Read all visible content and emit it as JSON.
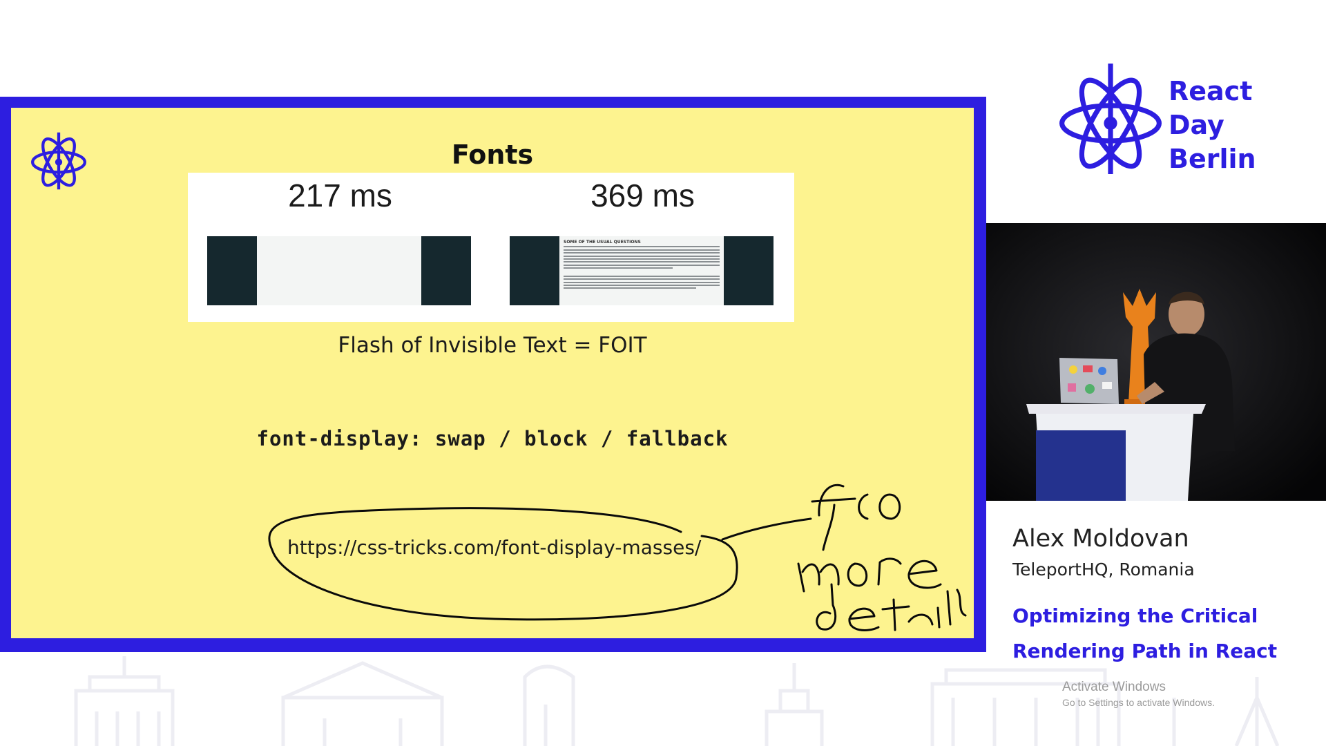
{
  "slide": {
    "title": "Fonts",
    "timings": [
      "217 ms",
      "369 ms"
    ],
    "frame_text_heading": "SOME OF THE USUAL QUESTIONS",
    "caption": "Flash of Invisible Text = FOIT",
    "code": "font-display: swap / block / fallback",
    "link": "https://css-tricks.com/font-display-masses/",
    "handwritten_note": "for more details"
  },
  "event": {
    "name_lines": [
      "React",
      "Day",
      "Berlin"
    ]
  },
  "speaker": {
    "name": "Alex Moldovan",
    "affiliation": "TeleportHQ, Romania"
  },
  "talk": {
    "title_lines": [
      "Optimizing the Critical",
      "Rendering Path in React"
    ]
  },
  "watermark": {
    "title": "Activate Windows",
    "subtitle": "Go to Settings to activate Windows."
  },
  "colors": {
    "brand_blue": "#2d1ee0",
    "slide_background": "#fdf38f",
    "text_dark": "#1b1b1b"
  }
}
